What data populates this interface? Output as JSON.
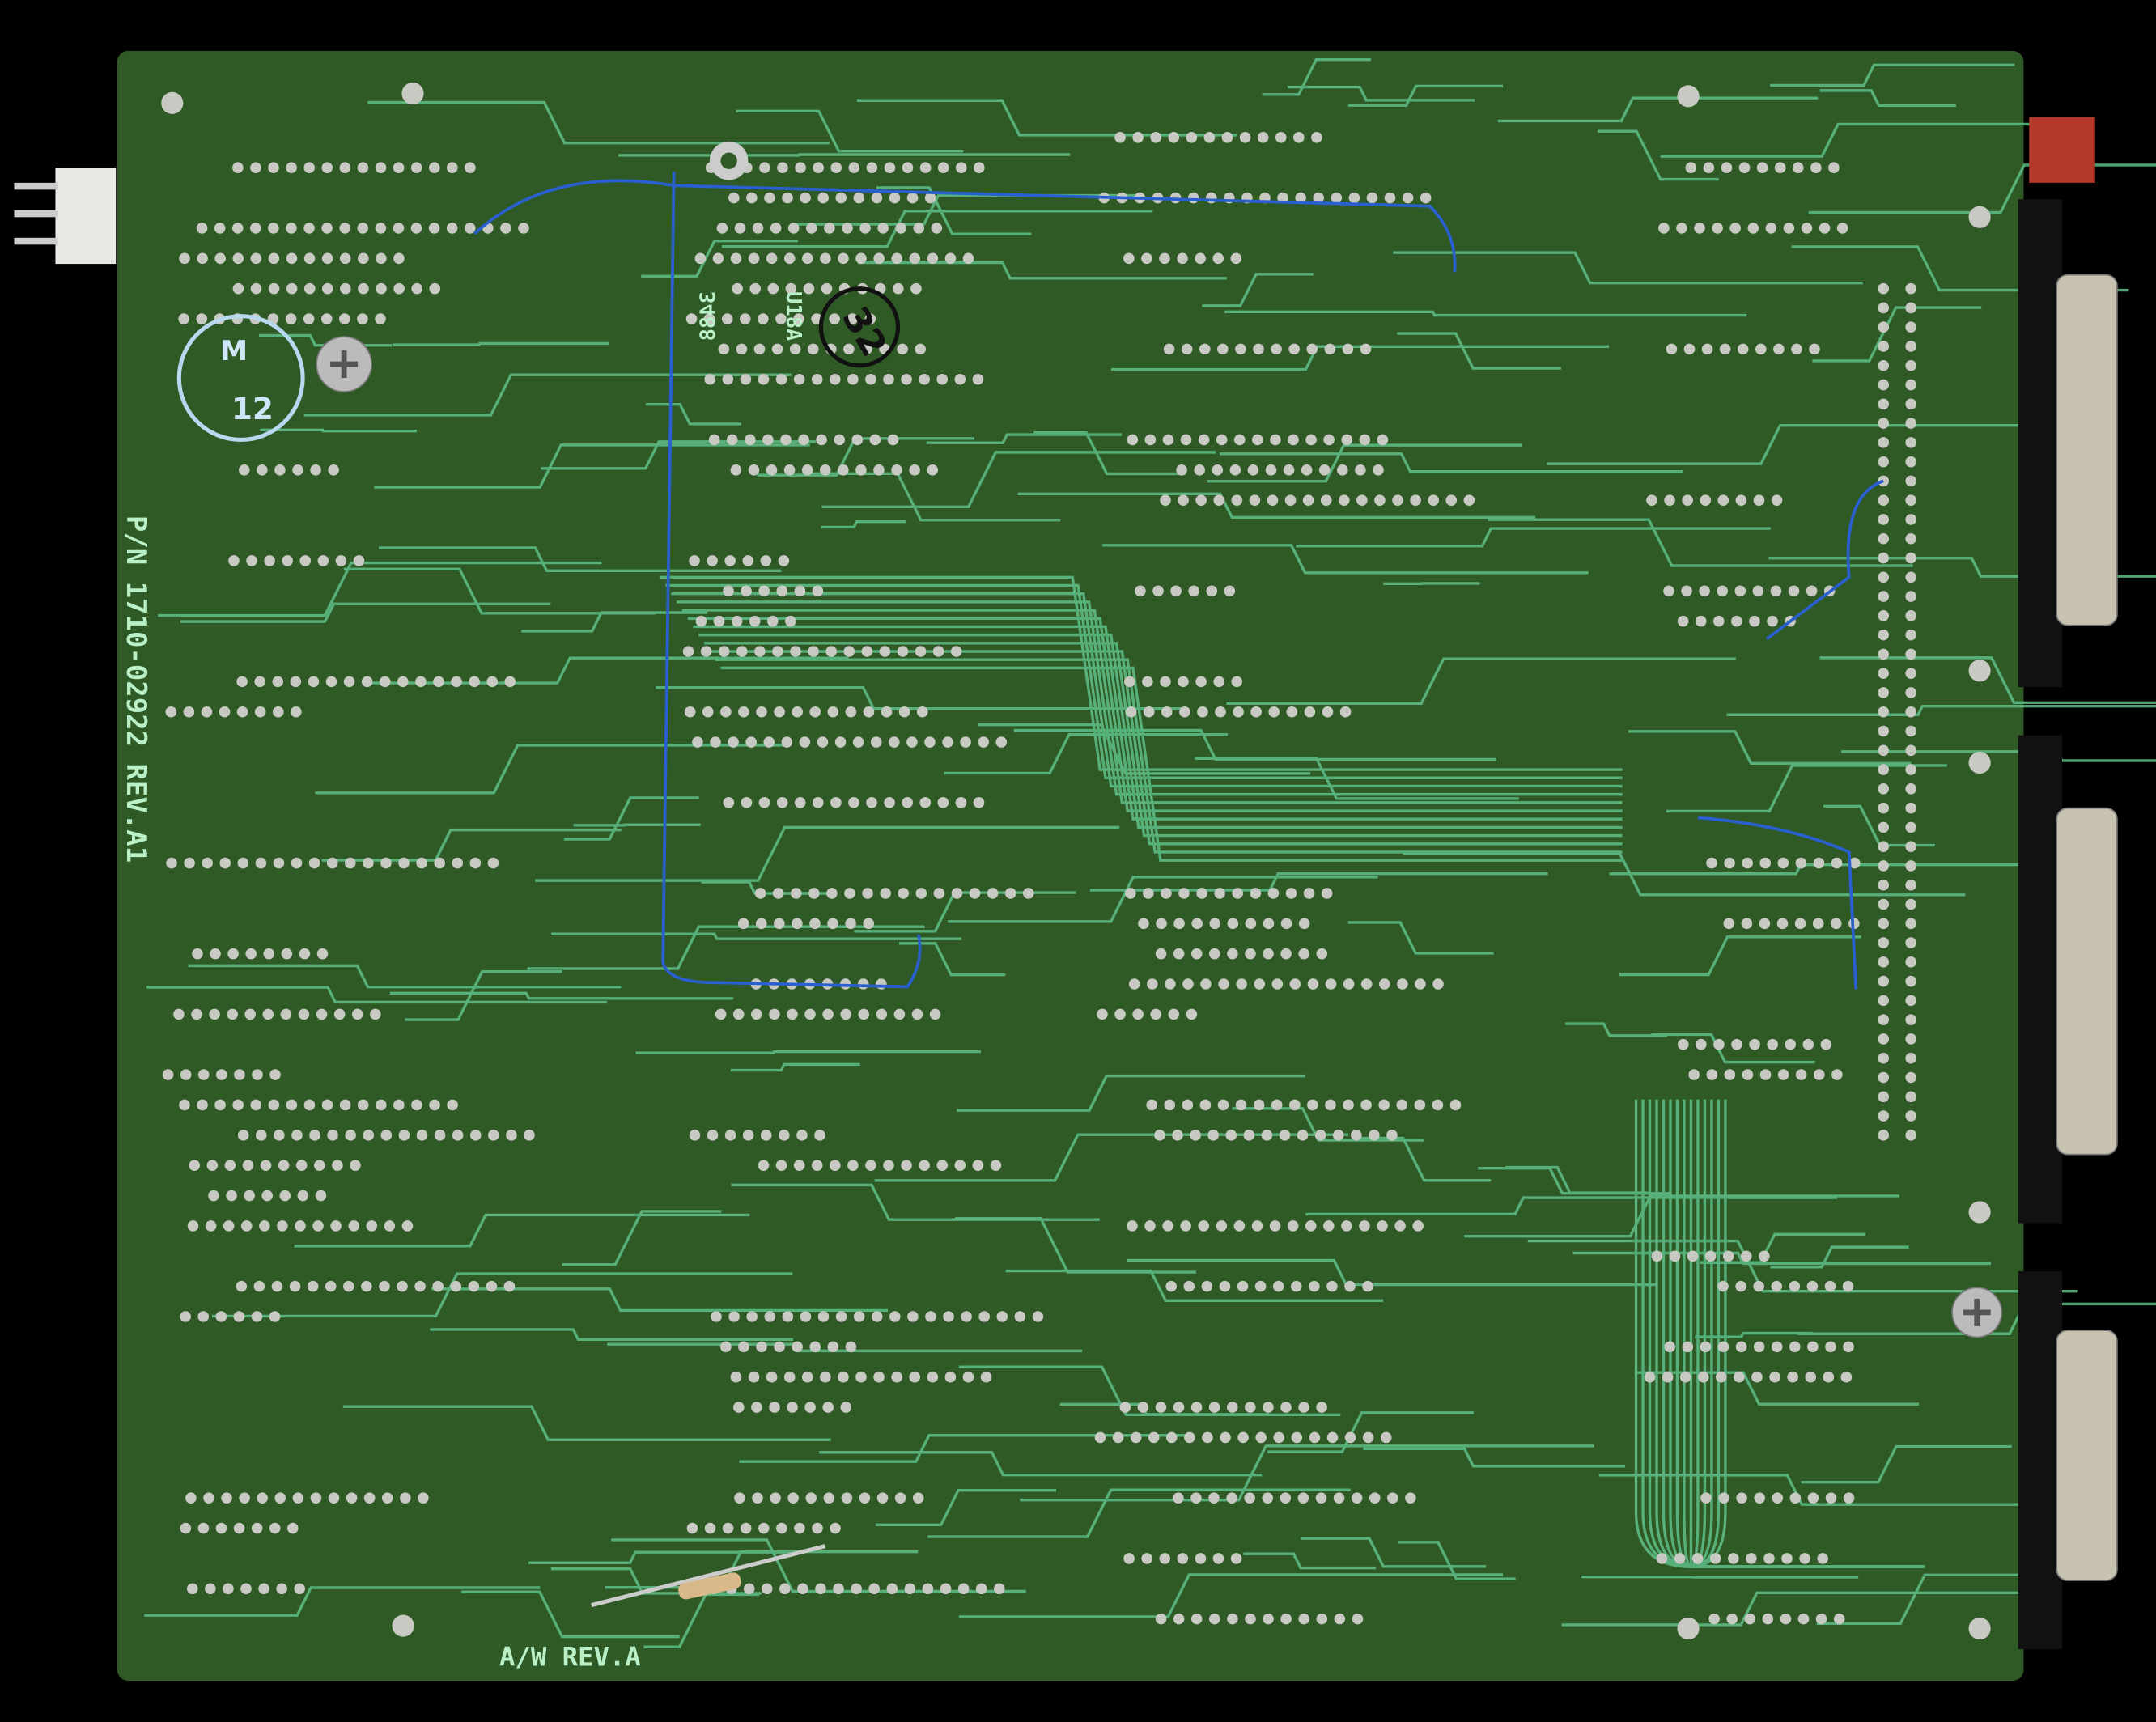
{
  "board": {
    "part_number": "P/N 1710-02922 REV.A1",
    "artwork_revision": "A/W REV.A",
    "ic_code": "3488",
    "component_ref": "U18A",
    "marker_number": "32",
    "chalk_letter": "M",
    "chalk_number": "12"
  },
  "colors": {
    "background": "#000000",
    "board": "#2f5a26",
    "trace": "#5fbf88",
    "pad": "#c9c9c4",
    "jumper_wire": "#2a5fd0",
    "connector_shell": "#c8c2b0"
  }
}
